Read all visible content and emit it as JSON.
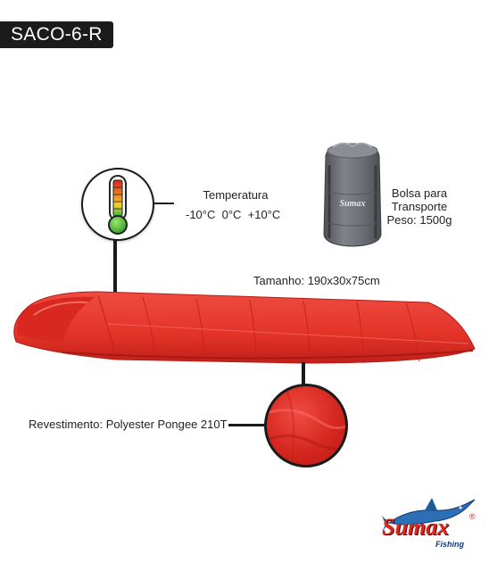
{
  "product": {
    "code": "SACO-6-R"
  },
  "temperature": {
    "title": "Temperatura",
    "values": "-10°C  0°C  +10°C"
  },
  "bag": {
    "line1": "Bolsa para",
    "line2": "Transporte",
    "line3": "Peso: 1500g",
    "print": "Sumax"
  },
  "size": {
    "text": "Tamanho: 190x30x75cm"
  },
  "lining": {
    "text": "Revestimento: Polyester Pongee 210T"
  },
  "logo": {
    "name": "Sumax",
    "sub": "Fishing",
    "reg": "®"
  },
  "colors": {
    "badge_bg": "#1b1b1b",
    "sleeping_bag_red": "#e5332b",
    "carry_bag_gray": "#6e7075",
    "logo_red": "#d8281e",
    "logo_blue": "#0f3a78"
  }
}
